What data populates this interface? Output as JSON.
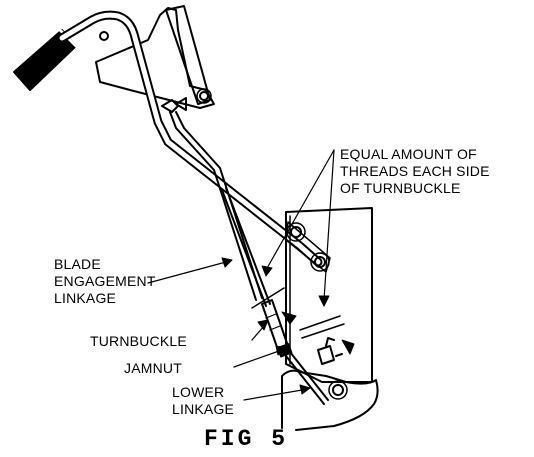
{
  "figure": {
    "caption": "FIG 5"
  },
  "callouts": {
    "equal_threads": [
      "EQUAL AMOUNT OF",
      "THREADS EACH SIDE",
      "OF TURNBUCKLE"
    ],
    "blade_linkage": [
      "BLADE",
      "ENGAGEMENT",
      "LINKAGE"
    ],
    "turnbuckle": "TURNBUCKLE",
    "jamnut": "JAMNUT",
    "lower_linkage": [
      "LOWER",
      "LINKAGE"
    ]
  }
}
